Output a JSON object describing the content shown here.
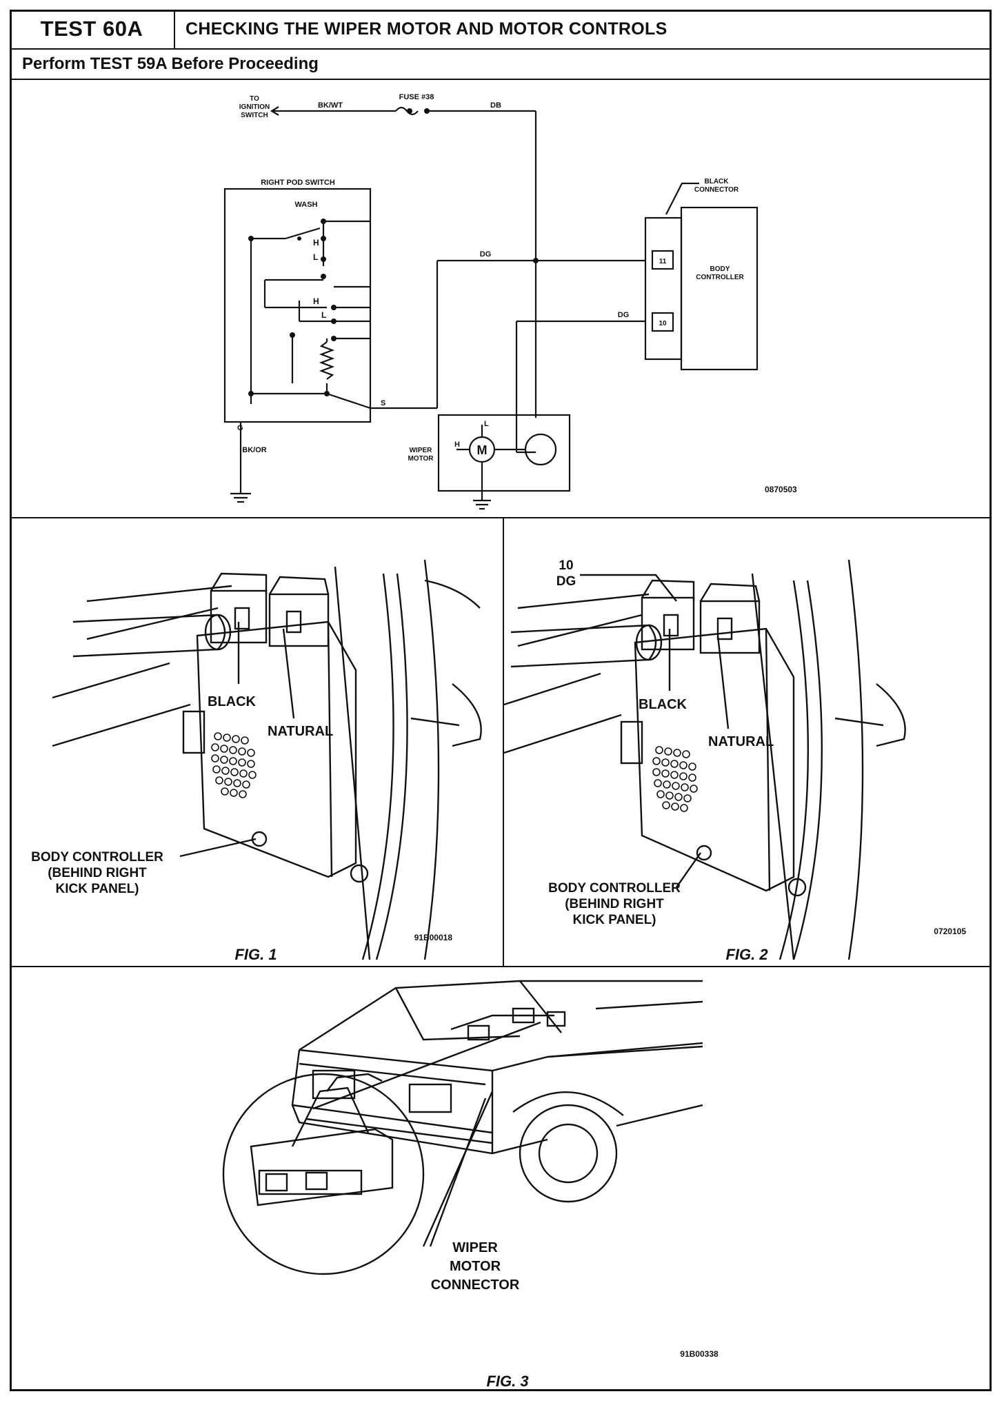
{
  "header": {
    "test_id": "TEST 60A",
    "title": "CHECKING THE WIPER MOTOR AND MOTOR CONTROLS",
    "prerequisite": "Perform TEST 59A  Before Proceeding"
  },
  "schematic": {
    "to_ignition_1": "TO",
    "to_ignition_2": "IGNITION",
    "to_ignition_3": "SWITCH",
    "wire_bkwt": "BK/WT",
    "fuse": "FUSE  #38",
    "wire_dg_top": "DB",
    "right_pod_switch": "RIGHT  POD  SWITCH",
    "wash": "WASH",
    "h1": "H",
    "l1": "L",
    "h2": "H",
    "l2": "L",
    "black_connector_1": "BLACK",
    "black_connector_2": "CONNECTOR",
    "body_controller_1": "BODY",
    "body_controller_2": "CONTROLLER",
    "pin_11": "11",
    "pin_10": "10",
    "wire_dg_mid": "DG",
    "wire_dg_low": "DG",
    "pin_s": "S",
    "pin_g": "G",
    "wire_bkor": "BK/OR",
    "wiper_motor_1": "WIPER",
    "wiper_motor_2": "MOTOR",
    "motor_h": "H",
    "motor_l": "L",
    "motor_m": "M",
    "fig_code": "0870503"
  },
  "fig1": {
    "black": "BLACK",
    "natural": "NATURAL",
    "callout_1": "BODY CONTROLLER",
    "callout_2": "(BEHIND RIGHT",
    "callout_3": "KICK PANEL)",
    "code": "91B00018",
    "caption": "FIG. 1"
  },
  "fig2": {
    "pin_10": "10",
    "dg": "DG",
    "black": "BLACK",
    "natural": "NATURAL",
    "callout_1": "BODY CONTROLLER",
    "callout_2": "(BEHIND RIGHT",
    "callout_3": "KICK PANEL)",
    "code": "0720105",
    "caption": "FIG. 2"
  },
  "fig3": {
    "label_1": "WIPER",
    "label_2": "MOTOR",
    "label_3": "CONNECTOR",
    "code": "91B00338",
    "caption": "FIG. 3"
  }
}
